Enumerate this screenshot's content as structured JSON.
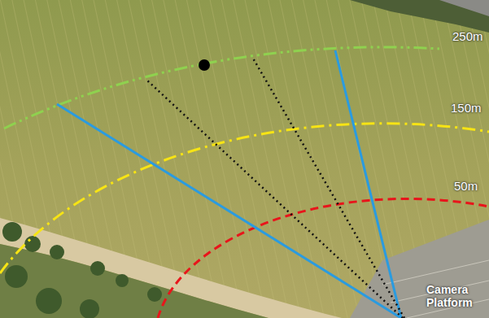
{
  "diagram": {
    "labels": [
      "250m",
      "150m",
      "50m",
      "Camera Platform"
    ]
  }
}
